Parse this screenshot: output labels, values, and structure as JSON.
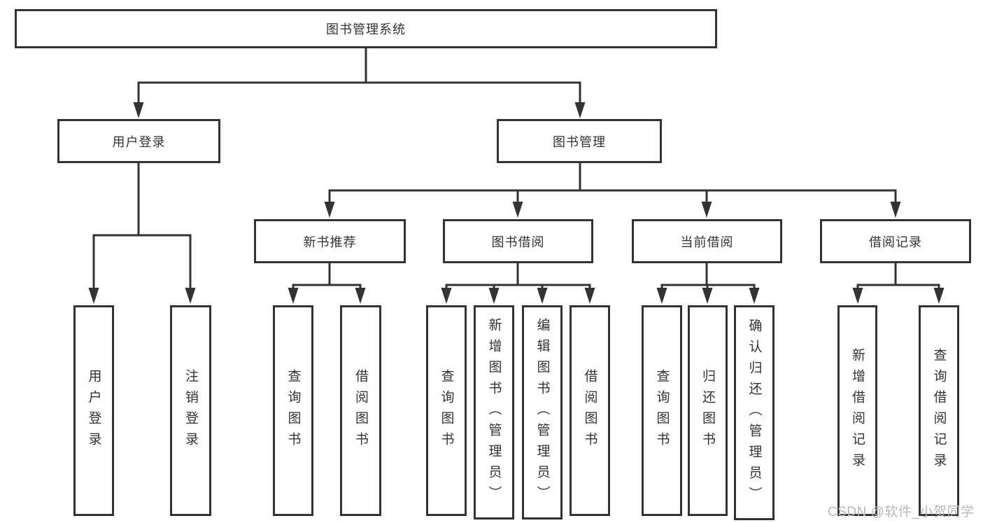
{
  "diagram": {
    "title": "图书管理系统",
    "login": {
      "label": "用户登录",
      "children": [
        "用户登录",
        "注销登录"
      ]
    },
    "management": {
      "label": "图书管理",
      "sections": [
        {
          "label": "新书推荐",
          "children": [
            "查询图书",
            "借阅图书"
          ]
        },
        {
          "label": "图书借阅",
          "children": [
            "查询图书",
            "新增图书（管理员）",
            "编辑图书（管理员）",
            "借阅图书"
          ]
        },
        {
          "label": "当前借阅",
          "children": [
            "查询图书",
            "归还图书",
            "确认归还（管理员）"
          ]
        },
        {
          "label": "借阅记录",
          "children": [
            "新增借阅记录",
            "查询借阅记录"
          ]
        }
      ]
    }
  },
  "watermark": "CSDN @软件_小贺同学",
  "colors": {
    "line": "#333333",
    "text": "#333333",
    "box_background": "#ffffff",
    "watermark": "#b7b7bd"
  }
}
